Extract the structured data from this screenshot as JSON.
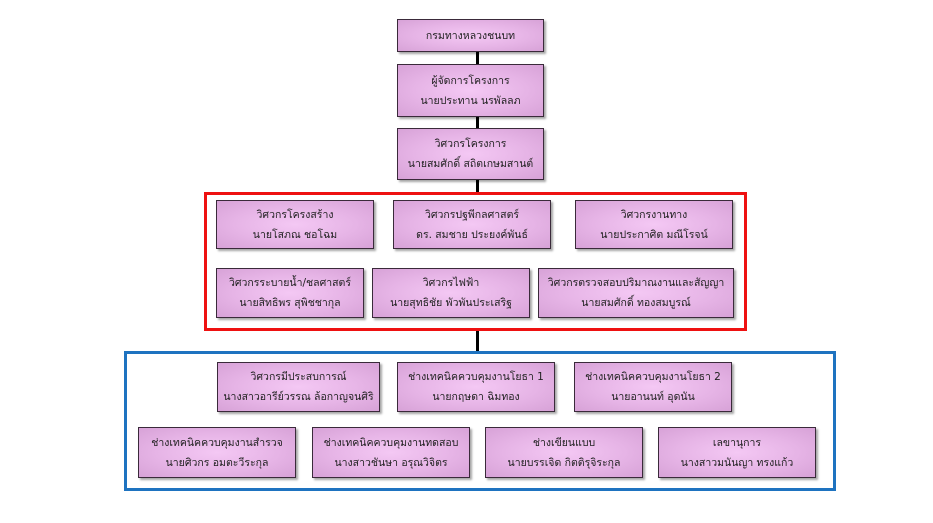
{
  "chart": {
    "top": [
      {
        "id": "department",
        "title": "กรมทางหลวงชนบท",
        "name": ""
      },
      {
        "id": "project-manager",
        "title": "ผู้จัดการโครงการ",
        "name": "นายประทาน นรพัลลภ"
      },
      {
        "id": "project-engineer",
        "title": "วิศวกรโครงการ",
        "name": "นายสมศักดิ์ สถิตเกษมสานต์"
      }
    ],
    "red_group": [
      {
        "title": "วิศวกรโครงสร้าง",
        "name": "นายโสภณ ชอโฉม"
      },
      {
        "title": "วิศวกรปฐพีกลศาสตร์",
        "name": "ดร. สมชาย ประยงค์พันธ์"
      },
      {
        "title": "วิศวกรงานทาง",
        "name": "นายประกาศิต มณีโรจน์"
      },
      {
        "title": "วิศวกรระบายน้ำ/ชลศาสตร์",
        "name": "นายสิทธิพร สุพิชชากุล"
      },
      {
        "title": "วิศวกรไฟฟ้า",
        "name": "นายสุทธิชัย พัวพันประเสริฐ"
      },
      {
        "title": "วิศวกรตรวจสอบปริมาณงานและสัญญา",
        "name": "นายสมศักดิ์ ทองสมบูรณ์"
      }
    ],
    "blue_group": [
      {
        "title": "วิศวกรมีประสบการณ์",
        "name": "นางสาวอารีย์วรรณ ล้อกาญจนศิริ"
      },
      {
        "title": "ช่างเทคนิคควบคุมงานโยธา 1",
        "name": "นายกฤษดา ฉิมทอง"
      },
      {
        "title": "ช่างเทคนิคควบคุมงานโยธา 2",
        "name": "นายอานนท์ อุดนัน"
      },
      {
        "title": "ช่างเทคนิคควบคุมงานสำรวจ",
        "name": "นายศิวกร อมตะวีระกุล"
      },
      {
        "title": "ช่างเทคนิคควบคุมงานทดสอบ",
        "name": "นางสาวชันษา อรุณวิจิตร"
      },
      {
        "title": "ช่างเขียนแบบ",
        "name": "นายบรรเจิด กิตติรุจิระกุล"
      },
      {
        "title": "เลขานุการ",
        "name": "นางสาวมนันญา ทรงแก้ว"
      }
    ],
    "colors": {
      "box_fill": "#e6b4e6",
      "red_frame": "#ee1111",
      "blue_frame": "#1e73c0",
      "connector": "#000000"
    }
  }
}
